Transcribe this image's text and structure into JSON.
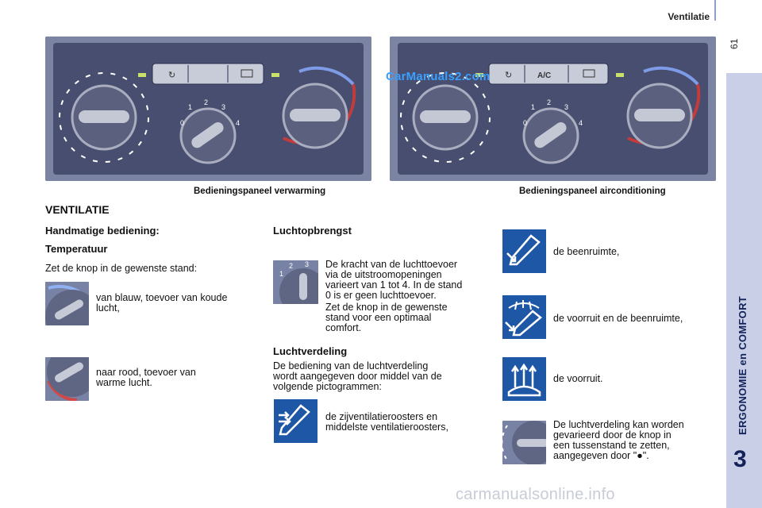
{
  "header": {
    "section_title": "Ventilatie",
    "page_number": "61"
  },
  "sidebar": {
    "chapter_title": "ERGONOMIE en COMFORT",
    "chapter_number": "3"
  },
  "watermark": "CarManuals2.com",
  "panels": {
    "left_caption": "Bedieningspaneel verwarming",
    "right_caption": "Bedieningspaneel airconditioning",
    "ac_label": "A/C"
  },
  "main": {
    "title": "VENTILATIE",
    "manual_heading": "Handmatige bediening:",
    "temperature_heading": "Temperatuur",
    "temperature_intro": "Zet de knop in de gewenste stand:",
    "blue_text": [
      "van blauw, toevoer van koude",
      "lucht,"
    ],
    "red_text": [
      "naar rood, toevoer van",
      "warme lucht."
    ]
  },
  "airflow": {
    "heading": "Luchtopbrengst",
    "text1": [
      "De kracht van de luchttoevoer",
      "via de uitstroomopeningen",
      "varieert van 1 tot 4. In de stand",
      "0 is er geen luchttoevoer."
    ],
    "text2": [
      "Zet de knop in de gewenste",
      "stand voor een optimaal",
      "comfort."
    ]
  },
  "distribution": {
    "heading": "Luchtverdeling",
    "intro": [
      "De bediening van de luchtverdeling",
      "wordt aangegeven door middel van de",
      "volgende pictogrammen:"
    ],
    "item_vents": [
      "de zijventilatieroosters en",
      "middelste ventilatieroosters,"
    ],
    "item_feet": "de beenruimte,",
    "item_windscreen_feet": "de voorruit en de beenruimte,",
    "item_windscreen": "de voorruit.",
    "item_intermediate": [
      "De luchtverdeling kan worden",
      "gevarieerd door de knop in",
      "een tussenstand te zetten,",
      "aangegeven door \"●\"."
    ]
  },
  "footer": "carmanualsonline.info",
  "colors": {
    "pictogram_blue": "#1f57a7",
    "sidebar": "#c9cfe6",
    "panel": "#7d85a4"
  }
}
